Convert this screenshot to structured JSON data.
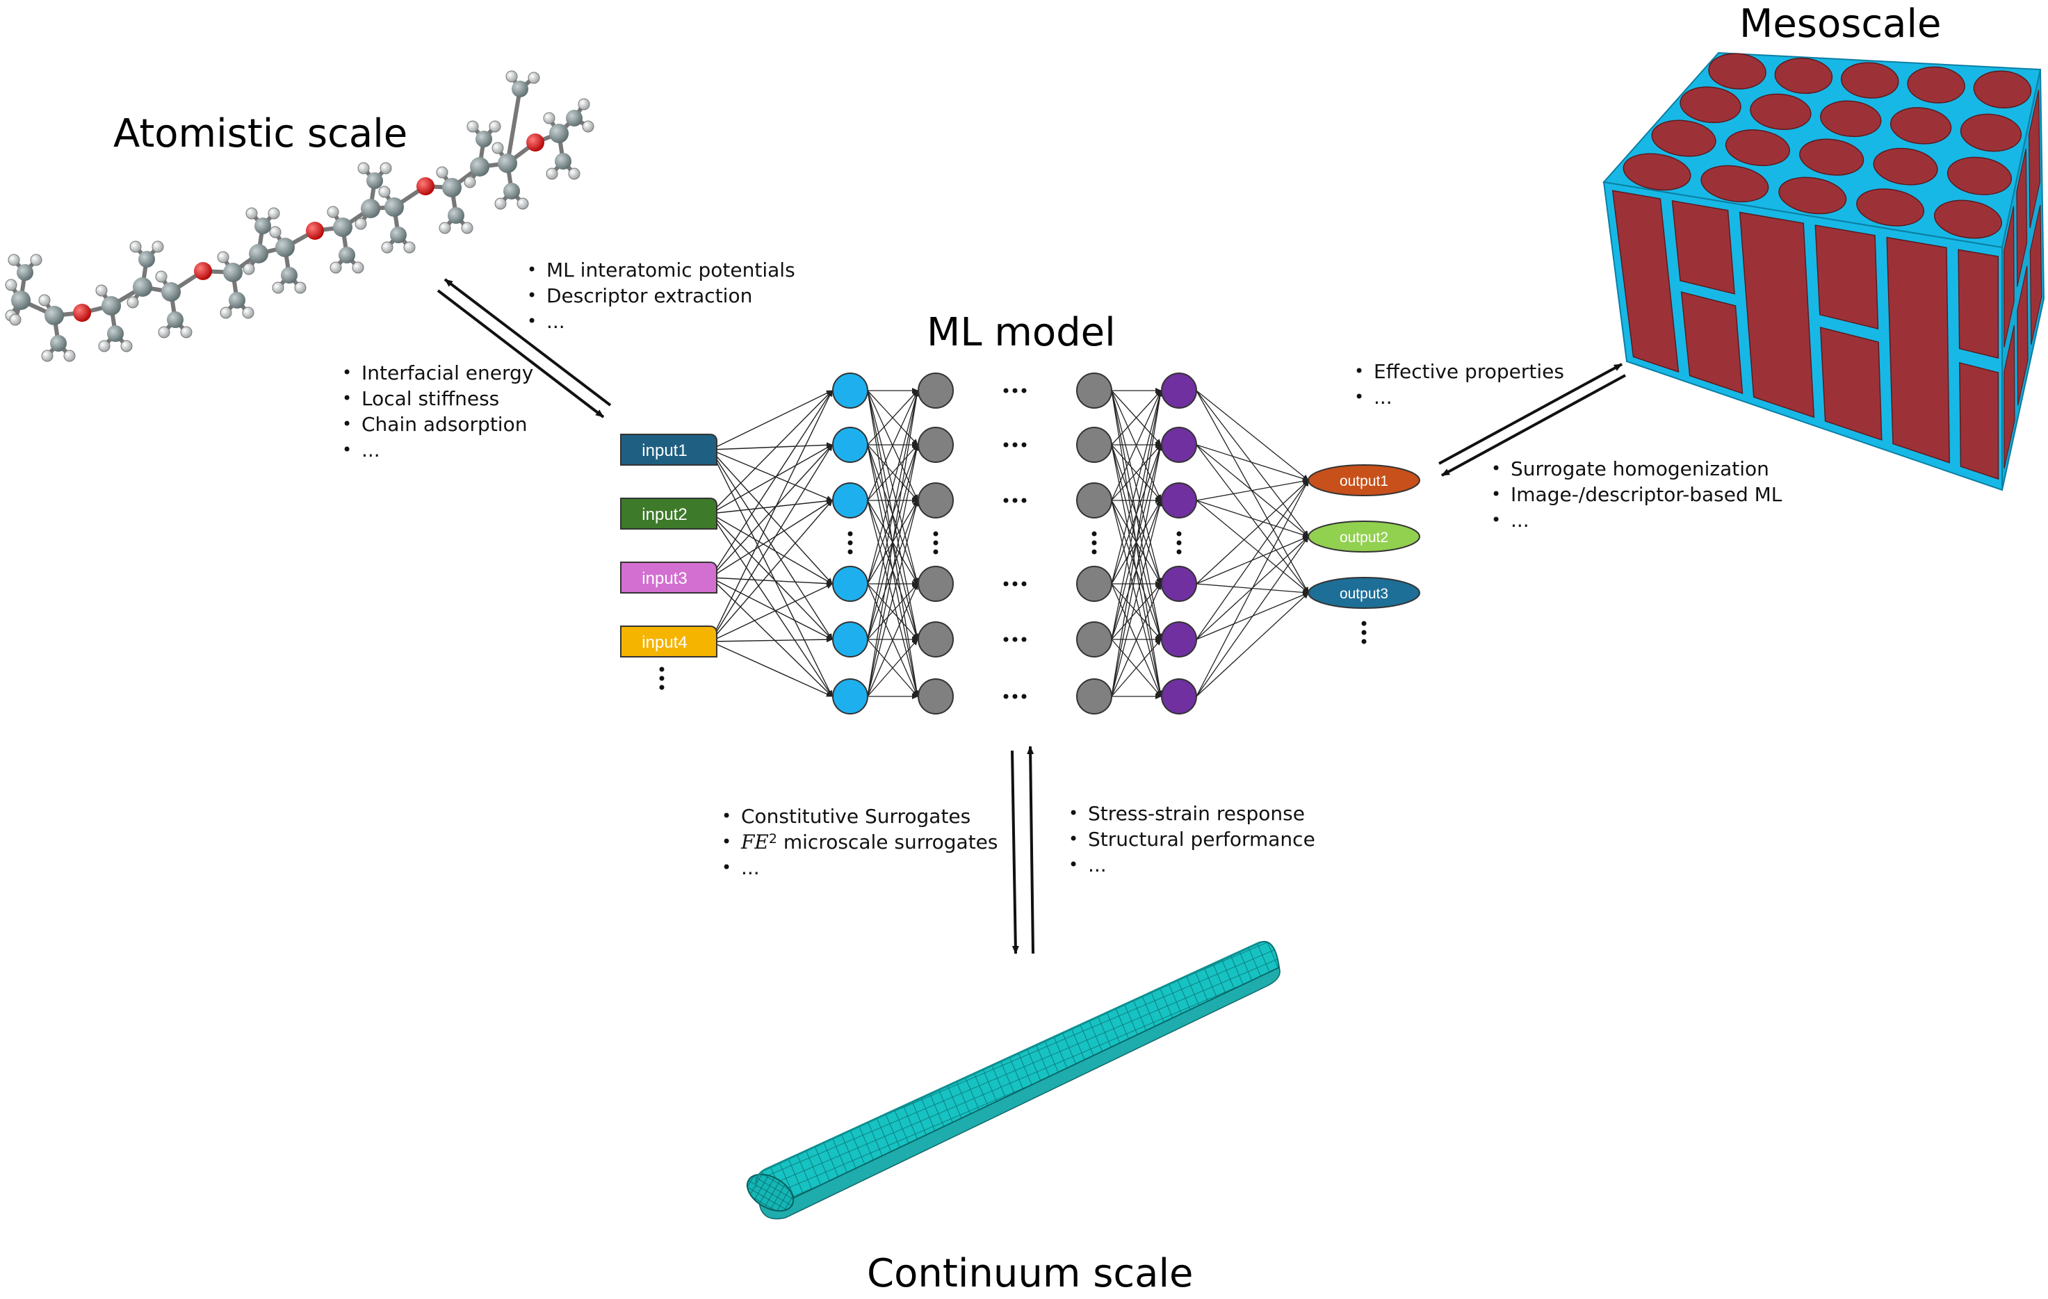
{
  "titles": {
    "atomistic": "Atomistic scale",
    "mesoscale": "Mesoscale",
    "ml_model": "ML model",
    "continuum": "Continuum scale"
  },
  "atomistic_to_ml": [
    "Interfacial energy",
    "Local stiffness",
    "Chain adsorption",
    "..."
  ],
  "ml_to_atomistic": [
    "ML interatomic potentials",
    "Descriptor extraction",
    "..."
  ],
  "meso_to_ml": [
    "Effective properties",
    "..."
  ],
  "ml_to_meso": [
    "Surrogate homogenization",
    "Image-/descriptor-based ML",
    "..."
  ],
  "ml_to_continuum": {
    "item1": "Constitutive Surrogates",
    "item2_symbol": "FE",
    "item2_sup": "2",
    "item2_text": " microscale surrogates",
    "item3": "..."
  },
  "continuum_to_ml": [
    "Stress-strain response",
    "Structural performance",
    "..."
  ],
  "inputs": [
    {
      "label": "input1",
      "color": "#1f5f82"
    },
    {
      "label": "input2",
      "color": "#3d7a2a"
    },
    {
      "label": "input3",
      "color": "#d36fd0"
    },
    {
      "label": "input4",
      "color": "#f4b400"
    }
  ],
  "outputs": [
    {
      "label": "output1",
      "color": "#c8501a"
    },
    {
      "label": "output2",
      "color": "#92d050"
    },
    {
      "label": "output3",
      "color": "#1d6f97"
    }
  ],
  "layer_colors": [
    "#1eb0ee",
    "#808080",
    "#808080",
    "#7030a0"
  ],
  "colors": {
    "cube_matrix": "#17b8e6",
    "cube_fiber": "#9c3238",
    "continuum_mesh": "#16c0c0"
  }
}
